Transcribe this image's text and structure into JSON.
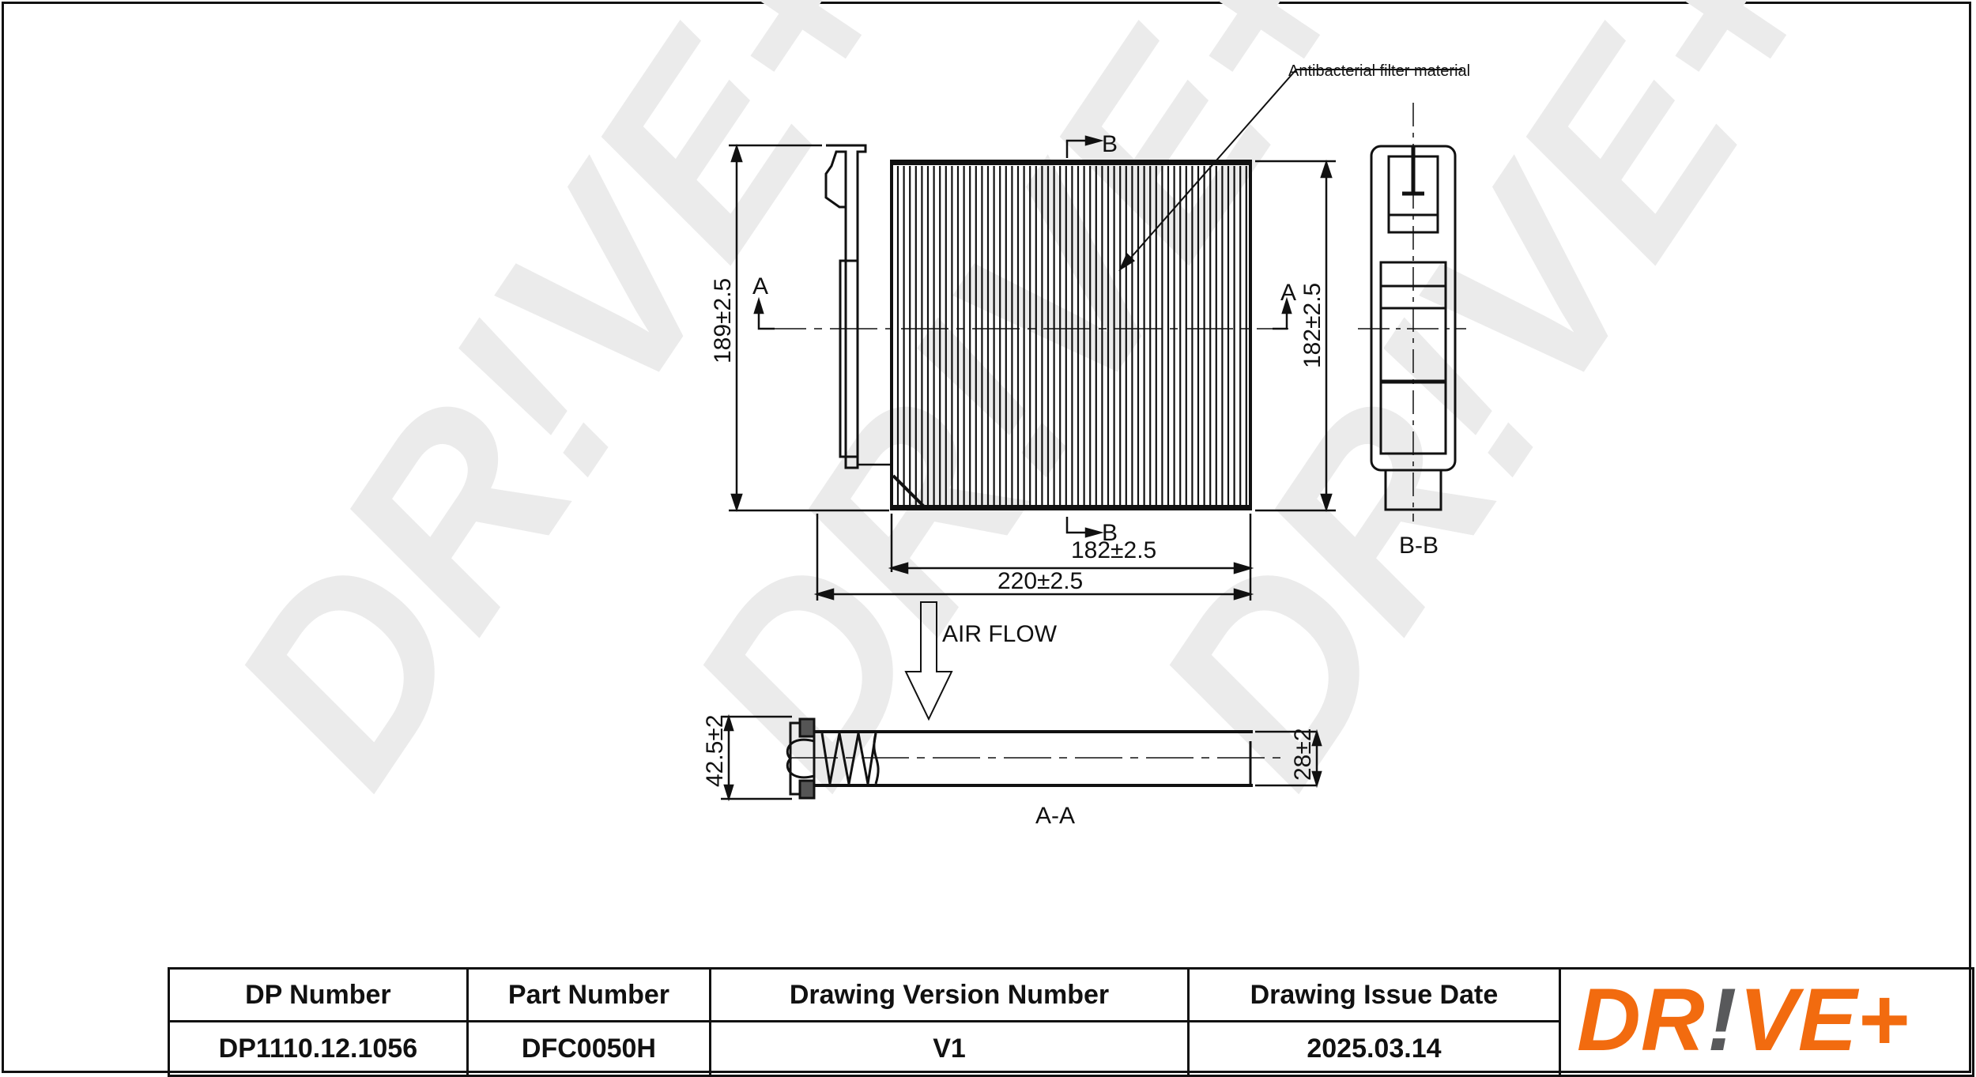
{
  "drawing": {
    "callout": "Antibacterial filter material",
    "section_marker_a": "A",
    "section_marker_b": "B",
    "section_bb_label": "B-B",
    "section_aa_label": "A-A",
    "air_flow_label": "AIR FLOW",
    "dimensions": {
      "height_overall": "189±2.5",
      "height_media": "182±2.5",
      "width_media": "182±2.5",
      "width_overall": "220±2.5",
      "thickness_overall": "42.5±2",
      "thickness_media": "28±2"
    },
    "watermark": "DR!VE+"
  },
  "title_block": {
    "headers": [
      "DP Number",
      "Part Number",
      "Drawing Version Number",
      "Drawing Issue Date"
    ],
    "values": [
      "DP1110.12.1056",
      "DFC0050H",
      "V1",
      "2025.03.14"
    ]
  },
  "logo": {
    "text_left": "DR",
    "text_bang": "!",
    "text_right": "VE+",
    "brand_color": "#F26B0F",
    "bang_color": "#58595B"
  }
}
